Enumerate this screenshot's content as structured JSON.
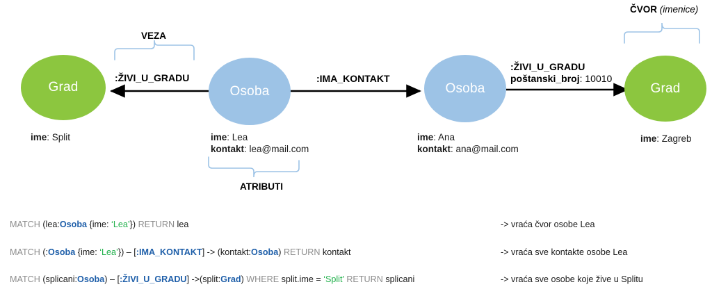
{
  "diagram": {
    "nodes": [
      {
        "id": "grad-split",
        "label": "Grad",
        "color": "#8cc63f",
        "properties": [
          {
            "key": "ime",
            "value": "Split"
          }
        ]
      },
      {
        "id": "osoba-lea",
        "label": "Osoba",
        "color": "#9dc3e6",
        "properties": [
          {
            "key": "ime",
            "value": "Lea"
          },
          {
            "key": "kontakt",
            "value": "lea@mail.com"
          }
        ]
      },
      {
        "id": "osoba-ana",
        "label": "Osoba",
        "color": "#9dc3e6",
        "properties": [
          {
            "key": "ime",
            "value": "Ana"
          },
          {
            "key": "kontakt",
            "value": "ana@mail.com"
          }
        ]
      },
      {
        "id": "grad-zagreb",
        "label": "Grad",
        "color": "#8cc63f",
        "properties": [
          {
            "key": "ime",
            "value": "Zagreb"
          }
        ]
      }
    ],
    "relationships": [
      {
        "id": "rel-zivi-split",
        "type": ":ŽIVI_U_GRADU",
        "property_key": "",
        "property_value": ""
      },
      {
        "id": "rel-ima-kontakt",
        "type": ":IMA_KONTAKT",
        "property_key": "",
        "property_value": ""
      },
      {
        "id": "rel-zivi-zagreb",
        "type": ":ŽIVI_U_GRADU",
        "property_key": "poštanski_broj",
        "property_value": "10010"
      }
    ],
    "annotations": {
      "veza": "VEZA",
      "atributi": "ATRIBUTI",
      "cvor_bold": "ČVOR",
      "cvor_italic": "(imenice)"
    }
  },
  "queries": [
    {
      "id": "query-1",
      "tokens": [
        {
          "t": "MATCH ",
          "c": "kw"
        },
        {
          "t": "(lea:",
          "c": "pln"
        },
        {
          "t": "Osoba",
          "c": "lbl"
        },
        {
          "t": " {ime: ",
          "c": "pln"
        },
        {
          "t": "‘Lea’",
          "c": "str"
        },
        {
          "t": "}) ",
          "c": "pln"
        },
        {
          "t": "RETURN ",
          "c": "kw"
        },
        {
          "t": "lea",
          "c": "pln"
        }
      ],
      "note": "-> vraća čvor osobe Lea"
    },
    {
      "id": "query-2",
      "tokens": [
        {
          "t": "MATCH ",
          "c": "kw"
        },
        {
          "t": "(:",
          "c": "pln"
        },
        {
          "t": "Osoba",
          "c": "lbl"
        },
        {
          "t": " {ime: ",
          "c": "pln"
        },
        {
          "t": "‘Lea’",
          "c": "str"
        },
        {
          "t": "}) – [",
          "c": "pln"
        },
        {
          "t": ":IMA_KONTAKT",
          "c": "lbl"
        },
        {
          "t": "] -> (kontakt:",
          "c": "pln"
        },
        {
          "t": "Osoba",
          "c": "lbl"
        },
        {
          "t": ") ",
          "c": "pln"
        },
        {
          "t": "RETURN ",
          "c": "kw"
        },
        {
          "t": "kontakt",
          "c": "pln"
        }
      ],
      "note": "-> vraća sve kontakte osobe Lea"
    },
    {
      "id": "query-3",
      "tokens": [
        {
          "t": "MATCH ",
          "c": "kw"
        },
        {
          "t": "(splicani:",
          "c": "pln"
        },
        {
          "t": "Osoba",
          "c": "lbl"
        },
        {
          "t": ") – [",
          "c": "pln"
        },
        {
          "t": ":ŽIVI_U_GRADU",
          "c": "lbl"
        },
        {
          "t": "] ->(split:",
          "c": "pln"
        },
        {
          "t": "Grad",
          "c": "lbl"
        },
        {
          "t": ") ",
          "c": "pln"
        },
        {
          "t": "WHERE ",
          "c": "kw"
        },
        {
          "t": "split.ime = ",
          "c": "pln"
        },
        {
          "t": "‘Split’",
          "c": "str"
        },
        {
          "t": " ",
          "c": "pln"
        },
        {
          "t": "RETURN ",
          "c": "kw"
        },
        {
          "t": "splicani",
          "c": "pln"
        }
      ],
      "note": "-> vraća sve osobe koje žive u Splitu"
    }
  ],
  "colors": {
    "node_green": "#8cc63f",
    "node_blue": "#9dc3e6",
    "brace": "#9dc3e6",
    "keyword": "#8c8c8c",
    "label": "#1f5fa9",
    "string": "#22b14c",
    "text": "#1a1a1a"
  }
}
